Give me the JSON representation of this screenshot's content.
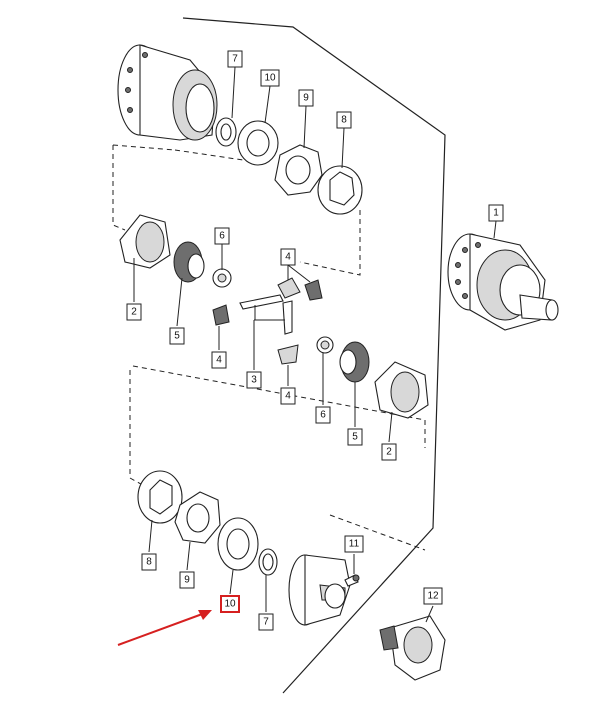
{
  "callouts": [
    {
      "id": "c7a",
      "label": "7"
    },
    {
      "id": "c10a",
      "label": "10"
    },
    {
      "id": "c9a",
      "label": "9"
    },
    {
      "id": "c8a",
      "label": "8"
    },
    {
      "id": "c1",
      "label": "1"
    },
    {
      "id": "c6a",
      "label": "6"
    },
    {
      "id": "c4a",
      "label": "4"
    },
    {
      "id": "c2a",
      "label": "2"
    },
    {
      "id": "c5a",
      "label": "5"
    },
    {
      "id": "c4b",
      "label": "4"
    },
    {
      "id": "c3",
      "label": "3"
    },
    {
      "id": "c4c",
      "label": "4"
    },
    {
      "id": "c6b",
      "label": "6"
    },
    {
      "id": "c5b",
      "label": "5"
    },
    {
      "id": "c2b",
      "label": "2"
    },
    {
      "id": "c11",
      "label": "11"
    },
    {
      "id": "c8b",
      "label": "8"
    },
    {
      "id": "c9b",
      "label": "9"
    },
    {
      "id": "c10b",
      "label": "10"
    },
    {
      "id": "c7b",
      "label": "7"
    },
    {
      "id": "c12",
      "label": "12"
    }
  ],
  "highlight": {
    "callout": "c10b",
    "color": "#d62020"
  },
  "arrow_color": "#d62020"
}
